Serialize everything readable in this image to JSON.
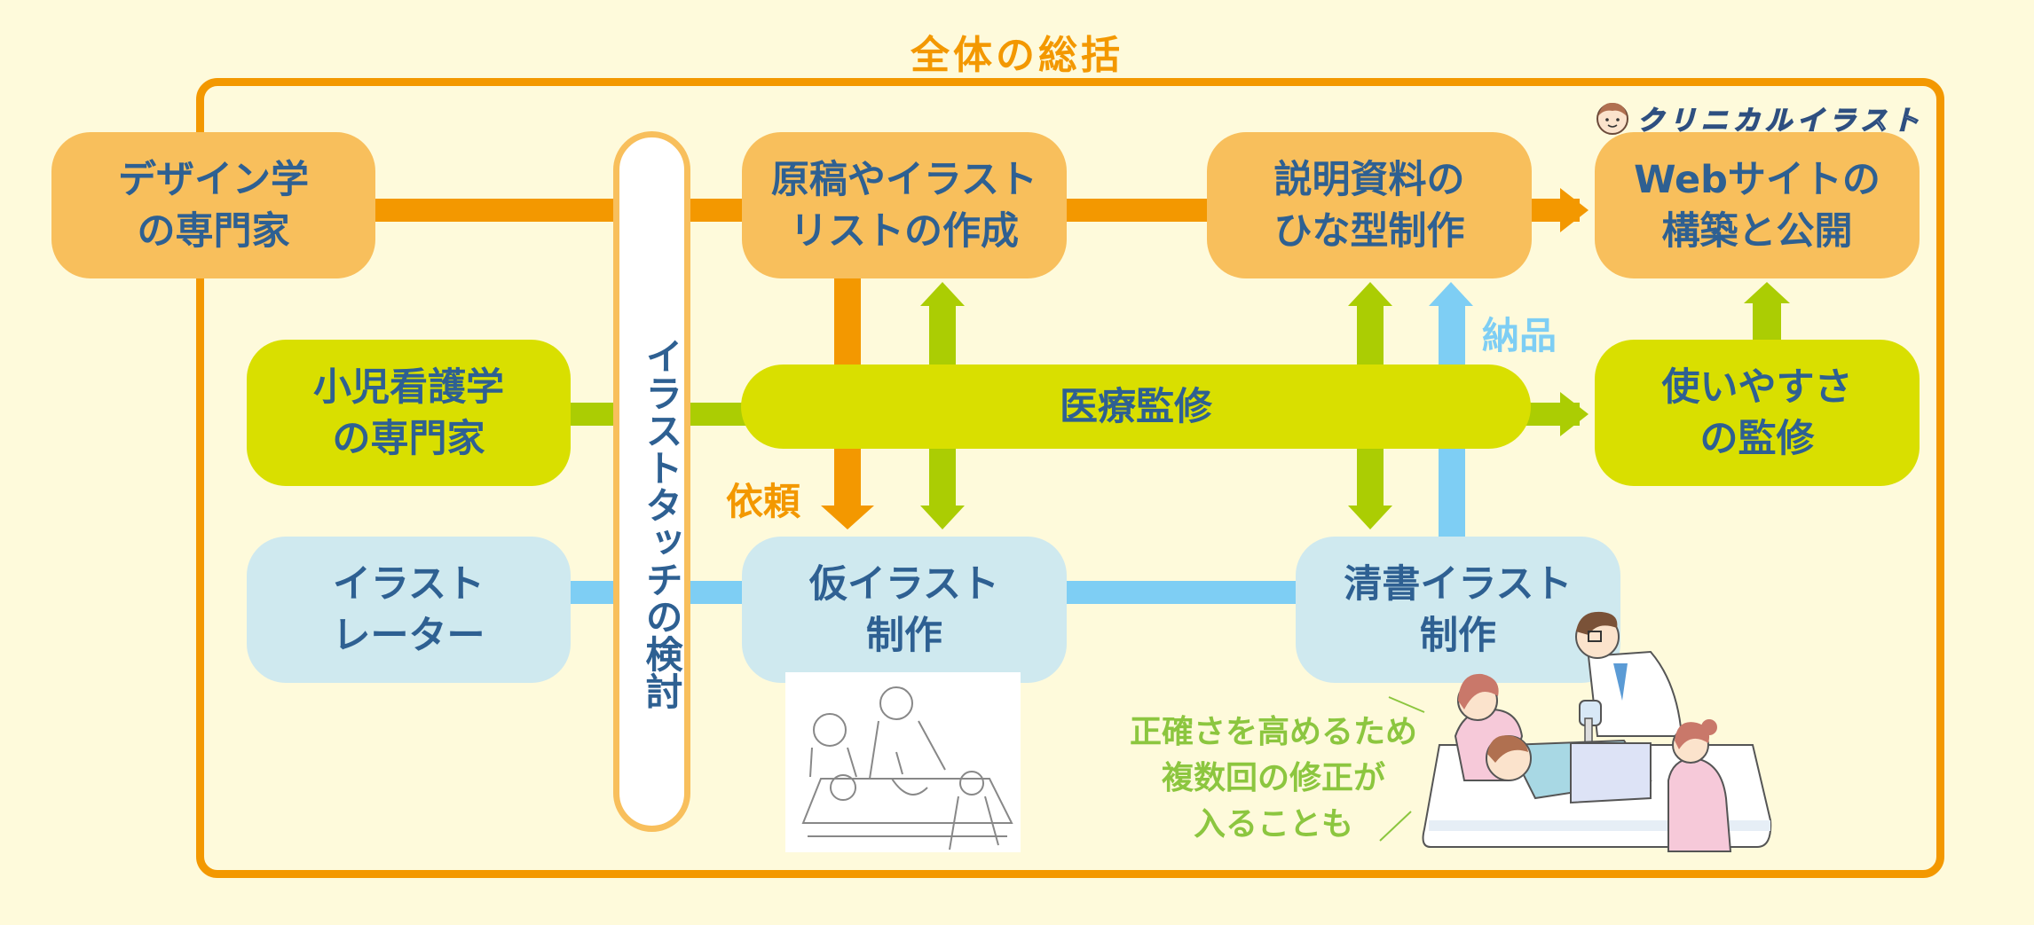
{
  "title": "全体の総括",
  "logo": {
    "text": "クリニカルイラスト",
    "icon": "boy-face-icon"
  },
  "roles": {
    "design": "デザイン学\nの専門家",
    "nursing": "小児看護学\nの専門家",
    "illustrator": "イラスト\nレーター"
  },
  "vertical_bar": "イラストタッチの検討",
  "steps": {
    "draft_list": "原稿やイラスト\nリストの作成",
    "template": "説明資料の\nひな型制作",
    "website": "Webサイトの\n構築と公開",
    "medical_review": "医療監修",
    "usability": "使いやすさ\nの監修",
    "rough": "仮イラスト\n制作",
    "final": "清書イラスト\n制作"
  },
  "labels": {
    "request": "依頼",
    "delivery": "納品"
  },
  "note": "正確さを高めるため\n複数回の修正が\n入ることも",
  "images": {
    "rough_sketch": "rough-sketch-illustration",
    "final_illustration": "final-color-illustration"
  },
  "colors": {
    "orange": "#f39800",
    "green": "#abcd03",
    "blue": "#7ecef4",
    "text": "#2e6092"
  }
}
